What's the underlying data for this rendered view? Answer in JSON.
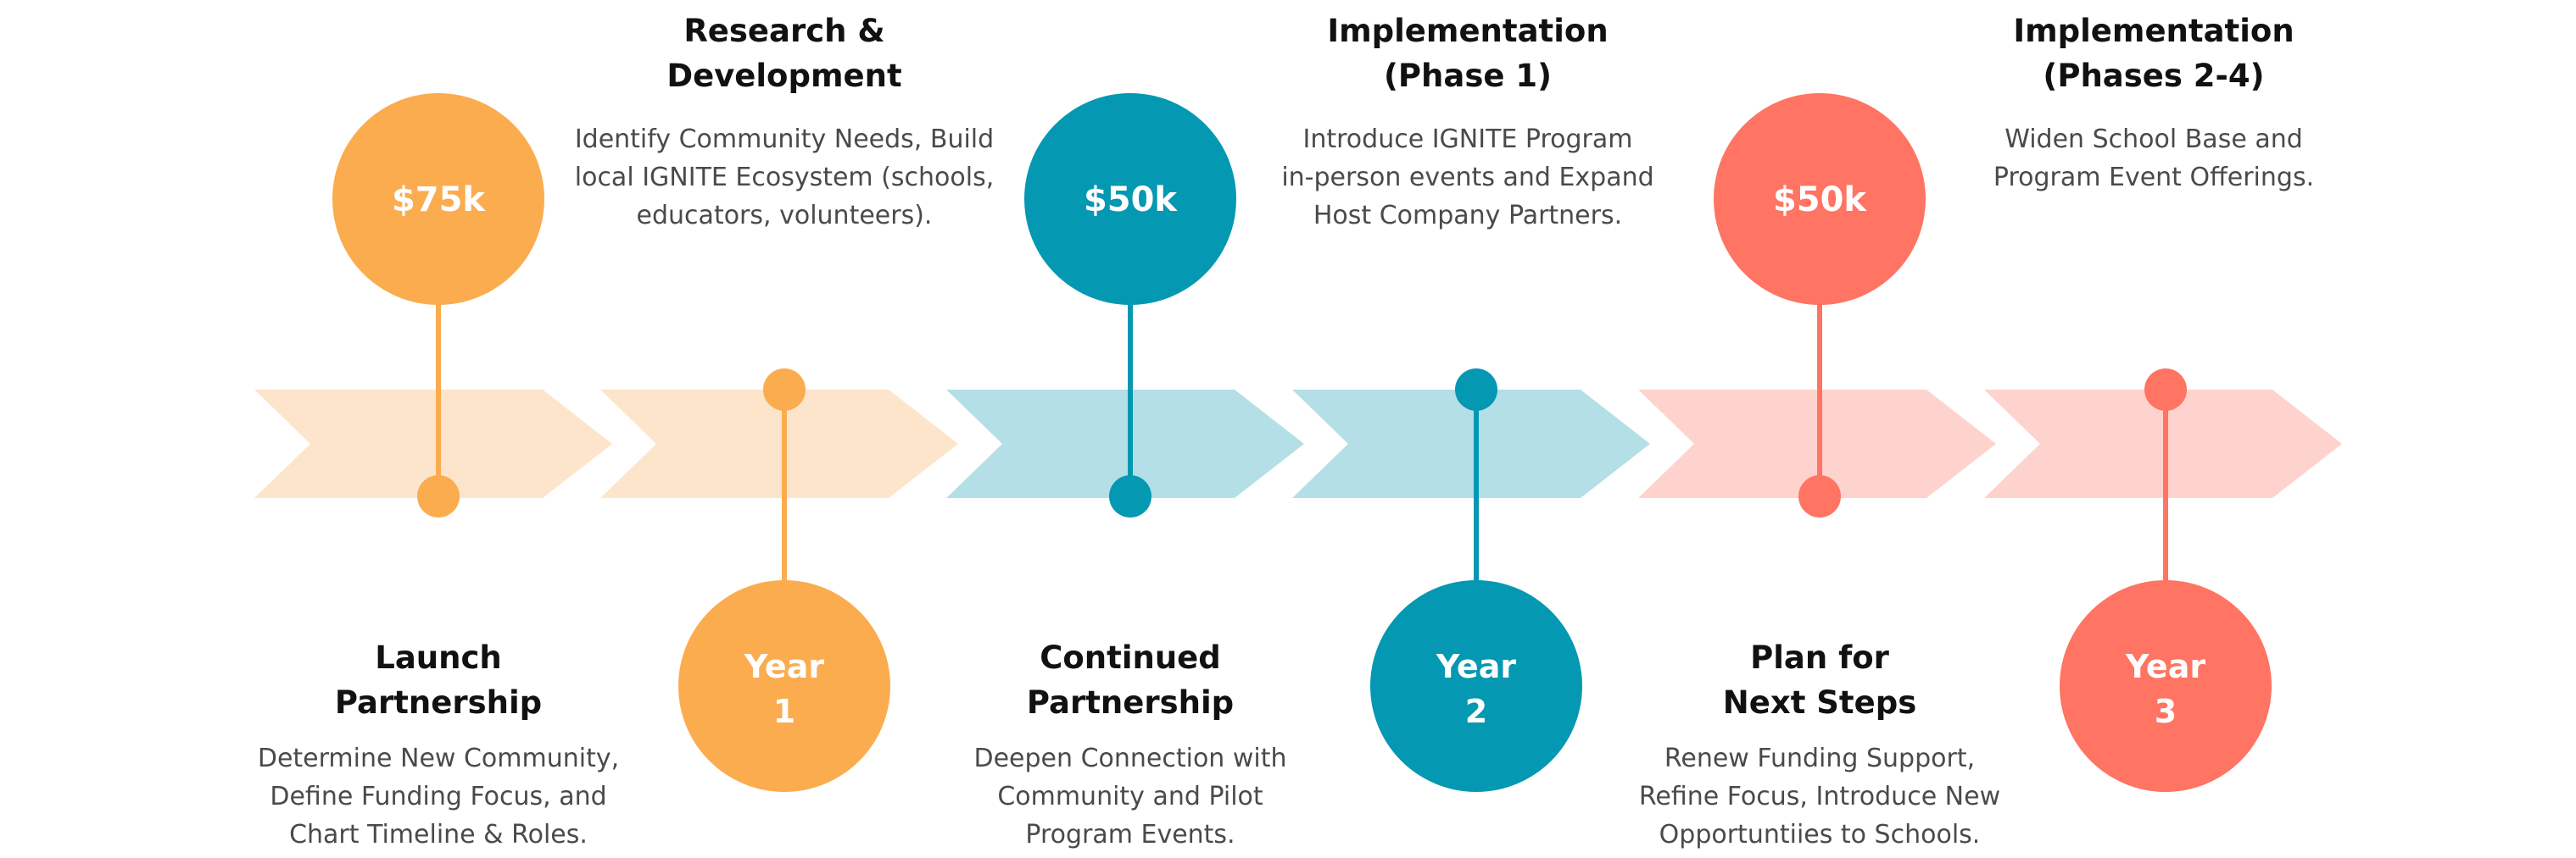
{
  "colors": {
    "orange": "#fbac4f",
    "orange_light": "#fde5cc",
    "teal": "#0498b2",
    "teal_light": "#b4dfe6",
    "coral": "#ff7462",
    "coral_light": "#fed3ce"
  },
  "milestones": [
    {
      "id": "launch",
      "amount": "$75k",
      "heading": [
        "Launch",
        "Partnership"
      ],
      "description": [
        "Determine New Community,",
        "Define Funding Focus, and",
        "Chart Timeline & Roles."
      ]
    },
    {
      "id": "research",
      "year": [
        "Year",
        "1"
      ],
      "heading": [
        "Research &",
        "Development"
      ],
      "description": [
        "Identify Community Needs, Build",
        "local IGNITE Ecosystem (schools,",
        "educators, volunteers)."
      ]
    },
    {
      "id": "continued",
      "amount": "$50k",
      "heading": [
        "Continued",
        "Partnership"
      ],
      "description": [
        "Deepen Connection with",
        "Community and Pilot",
        "Program Events."
      ]
    },
    {
      "id": "phase1",
      "year": [
        "Year",
        "2"
      ],
      "heading": [
        "Implementation",
        "(Phase 1)"
      ],
      "description": [
        "Introduce IGNITE Program",
        "in-person events and Expand",
        "Host Company Partners."
      ]
    },
    {
      "id": "next-steps",
      "amount": "$50k",
      "heading": [
        "Plan for",
        "Next Steps"
      ],
      "description": [
        "Renew Funding Support,",
        "Refine Focus, Introduce New",
        "Opportuntiies to Schools."
      ]
    },
    {
      "id": "phases2-4",
      "year": [
        "Year",
        "3"
      ],
      "heading": [
        "Implementation",
        "(Phases 2-4)"
      ],
      "description": [
        "Widen School Base and",
        "Program Event Offerings."
      ]
    }
  ]
}
